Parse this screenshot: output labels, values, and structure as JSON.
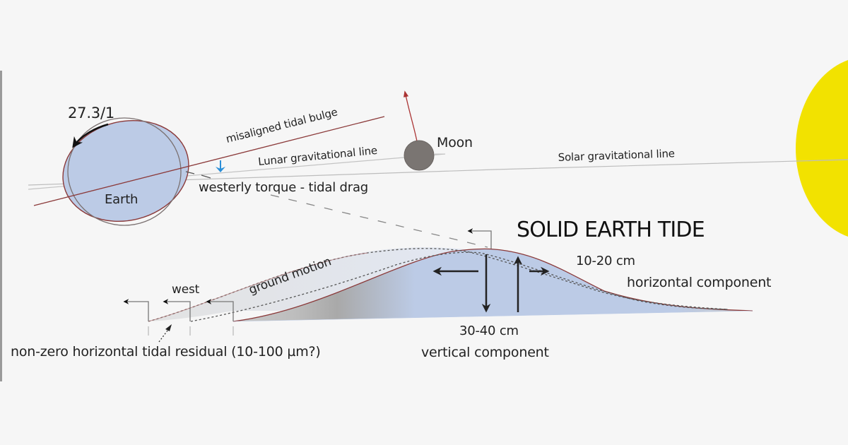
{
  "diagram": {
    "title": "SOLID EARTH TIDE",
    "colors": {
      "background": "#f6f6f6",
      "earth_fill": "#bccbe6",
      "earth_outline": "#8b3a3a",
      "bulge_line": "#8b3a3a",
      "moon_fill": "#7a7572",
      "sun_fill": "#f2e200",
      "gravity_line": "#b8b8b8",
      "torque_arrow": "#2b8fd8",
      "tide_fill": "#bccbe6",
      "text": "#222222"
    },
    "bodies": {
      "earth": {
        "label": "Earth"
      },
      "moon": {
        "label": "Moon"
      },
      "sun": {
        "label": ""
      }
    },
    "labels": {
      "rotation_ratio": "27.3/1",
      "misaligned_bulge": "misaligned tidal bulge",
      "lunar_line": "Lunar gravitational line",
      "solar_line": "Solar gravitational line",
      "westerly_torque": "westerly torque - tidal drag",
      "ground_motion": "ground motion",
      "west": "west",
      "horizontal_amplitude": "10-20 cm",
      "horizontal_component": "horizontal component",
      "vertical_amplitude": "30-40 cm",
      "vertical_component": "vertical component",
      "residual": "non-zero horizontal tidal residual (10-100 µm?)"
    },
    "icons": {
      "rotation_arrow": "curved-arrow-counterclockwise",
      "torque_arrow": "down-arrow-blue",
      "moon_orbit_arrow": "up-arrow-red",
      "west_arrows": "left-step-arrow",
      "displacement_arrows": [
        "left-arrow",
        "down-arrow",
        "up-arrow",
        "right-arrow"
      ]
    }
  }
}
